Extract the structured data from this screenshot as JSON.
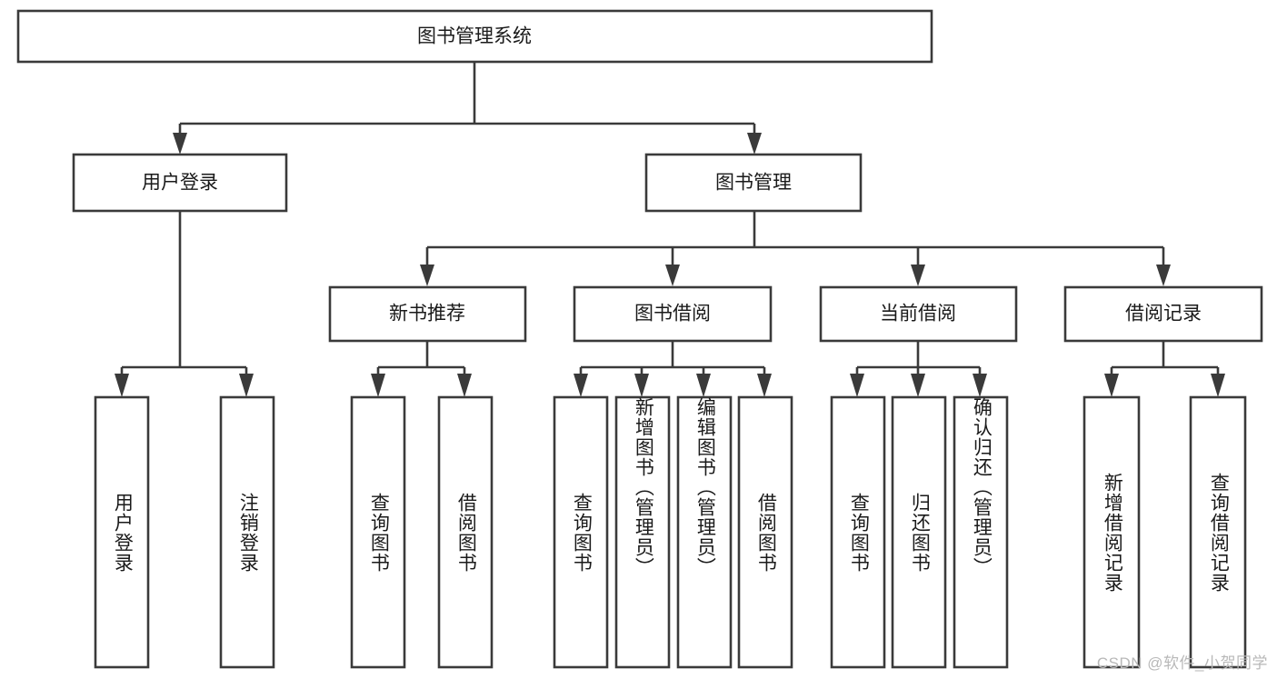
{
  "diagram": {
    "type": "tree",
    "title": "图书管理系统",
    "orientation": "top-down",
    "levels": 4,
    "root": {
      "id": "root",
      "label": "图书管理系统",
      "text_orientation": "horizontal"
    },
    "level2": [
      {
        "id": "user-login",
        "label": "用户登录",
        "text_orientation": "horizontal"
      },
      {
        "id": "book-management",
        "label": "图书管理",
        "text_orientation": "horizontal"
      }
    ],
    "level3": [
      {
        "id": "new-book-recommend",
        "label": "新书推荐",
        "text_orientation": "horizontal",
        "parent": "book-management"
      },
      {
        "id": "book-borrow",
        "label": "图书借阅",
        "text_orientation": "horizontal",
        "parent": "book-management"
      },
      {
        "id": "current-borrow",
        "label": "当前借阅",
        "text_orientation": "horizontal",
        "parent": "book-management"
      },
      {
        "id": "borrow-record",
        "label": "借阅记录",
        "text_orientation": "horizontal",
        "parent": "book-management"
      }
    ],
    "leaves": [
      {
        "id": "leaf-user-login",
        "label": "用户登录",
        "text_orientation": "vertical",
        "parent": "user-login"
      },
      {
        "id": "leaf-logout-login",
        "label": "注销登录",
        "text_orientation": "vertical",
        "parent": "user-login"
      },
      {
        "id": "leaf-query-book-1",
        "label": "查询图书",
        "text_orientation": "vertical",
        "parent": "new-book-recommend"
      },
      {
        "id": "leaf-borrow-book-1",
        "label": "借阅图书",
        "text_orientation": "vertical",
        "parent": "new-book-recommend"
      },
      {
        "id": "leaf-query-book-2",
        "label": "查询图书",
        "text_orientation": "vertical",
        "parent": "book-borrow"
      },
      {
        "id": "leaf-add-book",
        "label": "新增图书（管理员）",
        "text_orientation": "vertical",
        "parent": "book-borrow"
      },
      {
        "id": "leaf-edit-book",
        "label": "编辑图书（管理员）",
        "text_orientation": "vertical",
        "parent": "book-borrow"
      },
      {
        "id": "leaf-borrow-book-2",
        "label": "借阅图书",
        "text_orientation": "vertical",
        "parent": "book-borrow"
      },
      {
        "id": "leaf-query-book-3",
        "label": "查询图书",
        "text_orientation": "vertical",
        "parent": "current-borrow"
      },
      {
        "id": "leaf-return-book",
        "label": "归还图书",
        "text_orientation": "vertical",
        "parent": "current-borrow"
      },
      {
        "id": "leaf-confirm-return",
        "label": "确认归还（管理员）",
        "text_orientation": "vertical",
        "parent": "current-borrow"
      },
      {
        "id": "leaf-add-borrow-record",
        "label": "新增借阅记录",
        "text_orientation": "vertical",
        "parent": "borrow-record"
      },
      {
        "id": "leaf-query-borrow-record",
        "label": "查询借阅记录",
        "text_orientation": "vertical",
        "parent": "borrow-record"
      }
    ],
    "colors": {
      "box_stroke": "#3a3a3a",
      "box_fill": "#ffffff",
      "text": "#1a1a1a",
      "connector": "#3a3a3a",
      "background": "#ffffff",
      "watermark": "#b8b8b8"
    }
  },
  "watermark": {
    "text": "CSDN @软件_小贺同学"
  }
}
